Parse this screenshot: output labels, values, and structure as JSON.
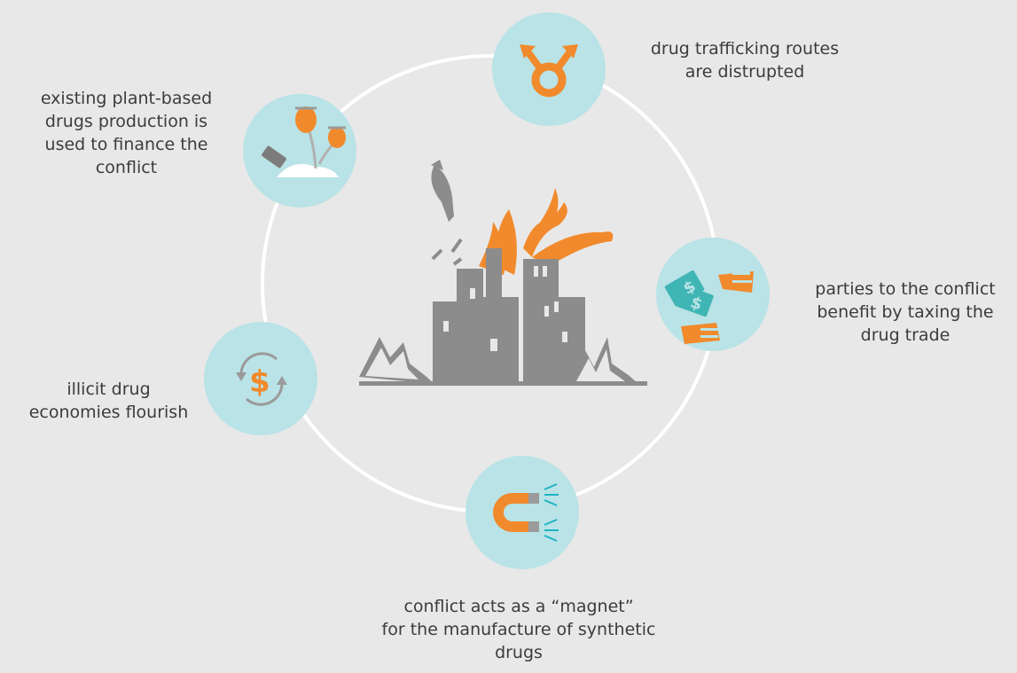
{
  "colors": {
    "background": "#e8e8e8",
    "ring": "#ffffff",
    "node_fill": "#b9e3e6",
    "accent_orange": "#f18a2c",
    "building_gray": "#8c8c8c",
    "teal": "#40b5b5"
  },
  "nodes": [
    {
      "id": "top",
      "icon": "route-disruption-icon",
      "label": "drug trafficking routes\nare distrupted"
    },
    {
      "id": "right",
      "icon": "money-exchange-hands-icon",
      "label": "parties to the conflict\nbenefit by taxing the\ndrug trade"
    },
    {
      "id": "bottom",
      "icon": "magnet-icon",
      "label": "conflict acts as a “magnet”\nfor the manufacture of synthetic\ndrugs"
    },
    {
      "id": "left",
      "icon": "dollar-cycle-icon",
      "label": "illicit drug\neconomies flourish"
    },
    {
      "id": "top_left",
      "icon": "poppy-plant-icon",
      "label": "existing plant-based\ndrugs production is\nused to finance the\nconflict"
    }
  ],
  "center": {
    "icon": "bombed-city-icon"
  }
}
